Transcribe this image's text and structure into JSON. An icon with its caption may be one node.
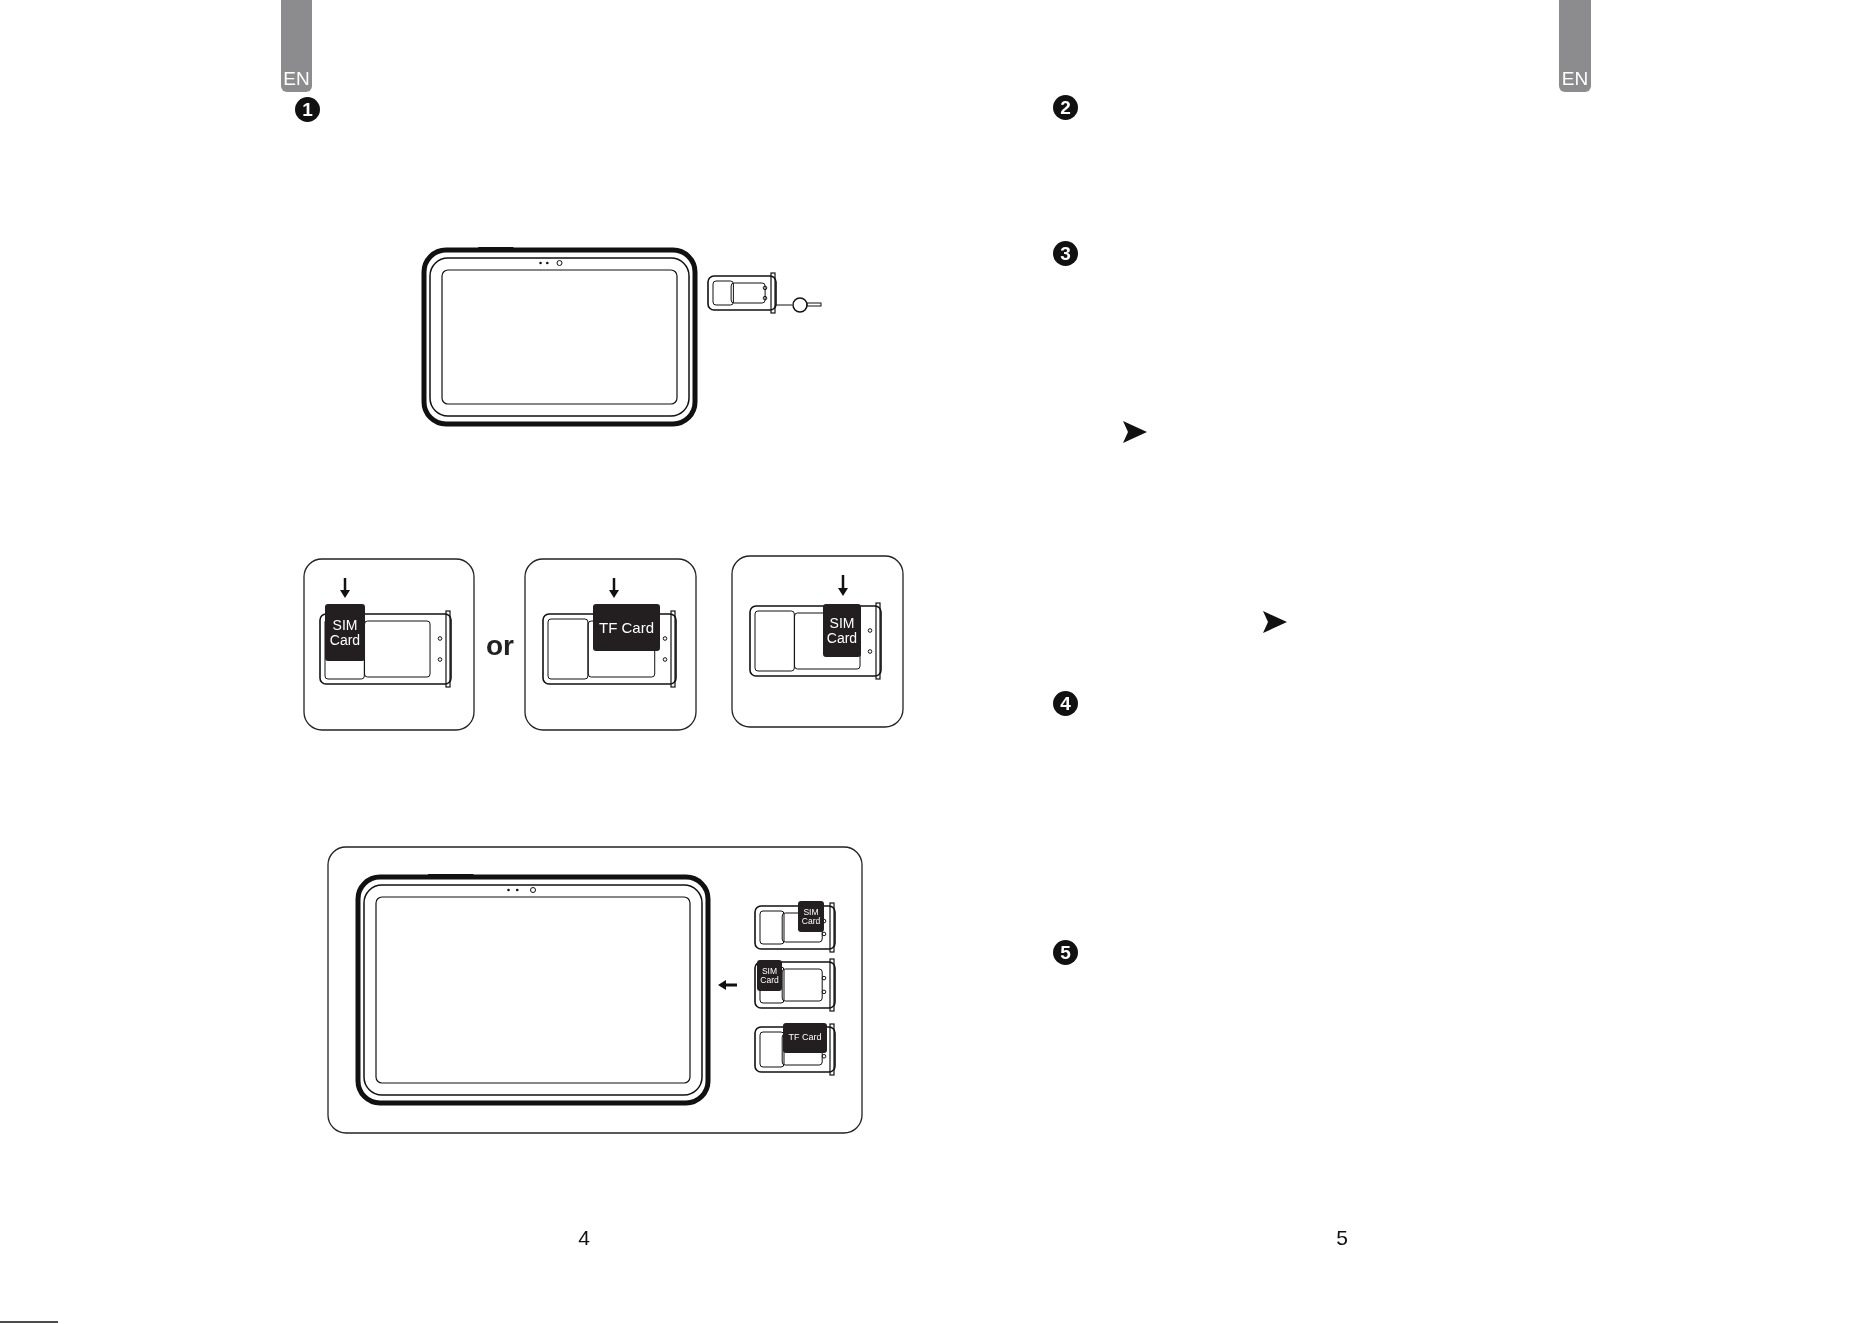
{
  "diagram": {
    "labels": [
      "EN",
      "1",
      "SIM Card",
      "or",
      "TF Card",
      "SIM Card",
      "SIM Card",
      "SIM Card",
      "TF Card",
      "4",
      "EN",
      "2",
      "3",
      "4",
      "5",
      "5"
    ]
  }
}
